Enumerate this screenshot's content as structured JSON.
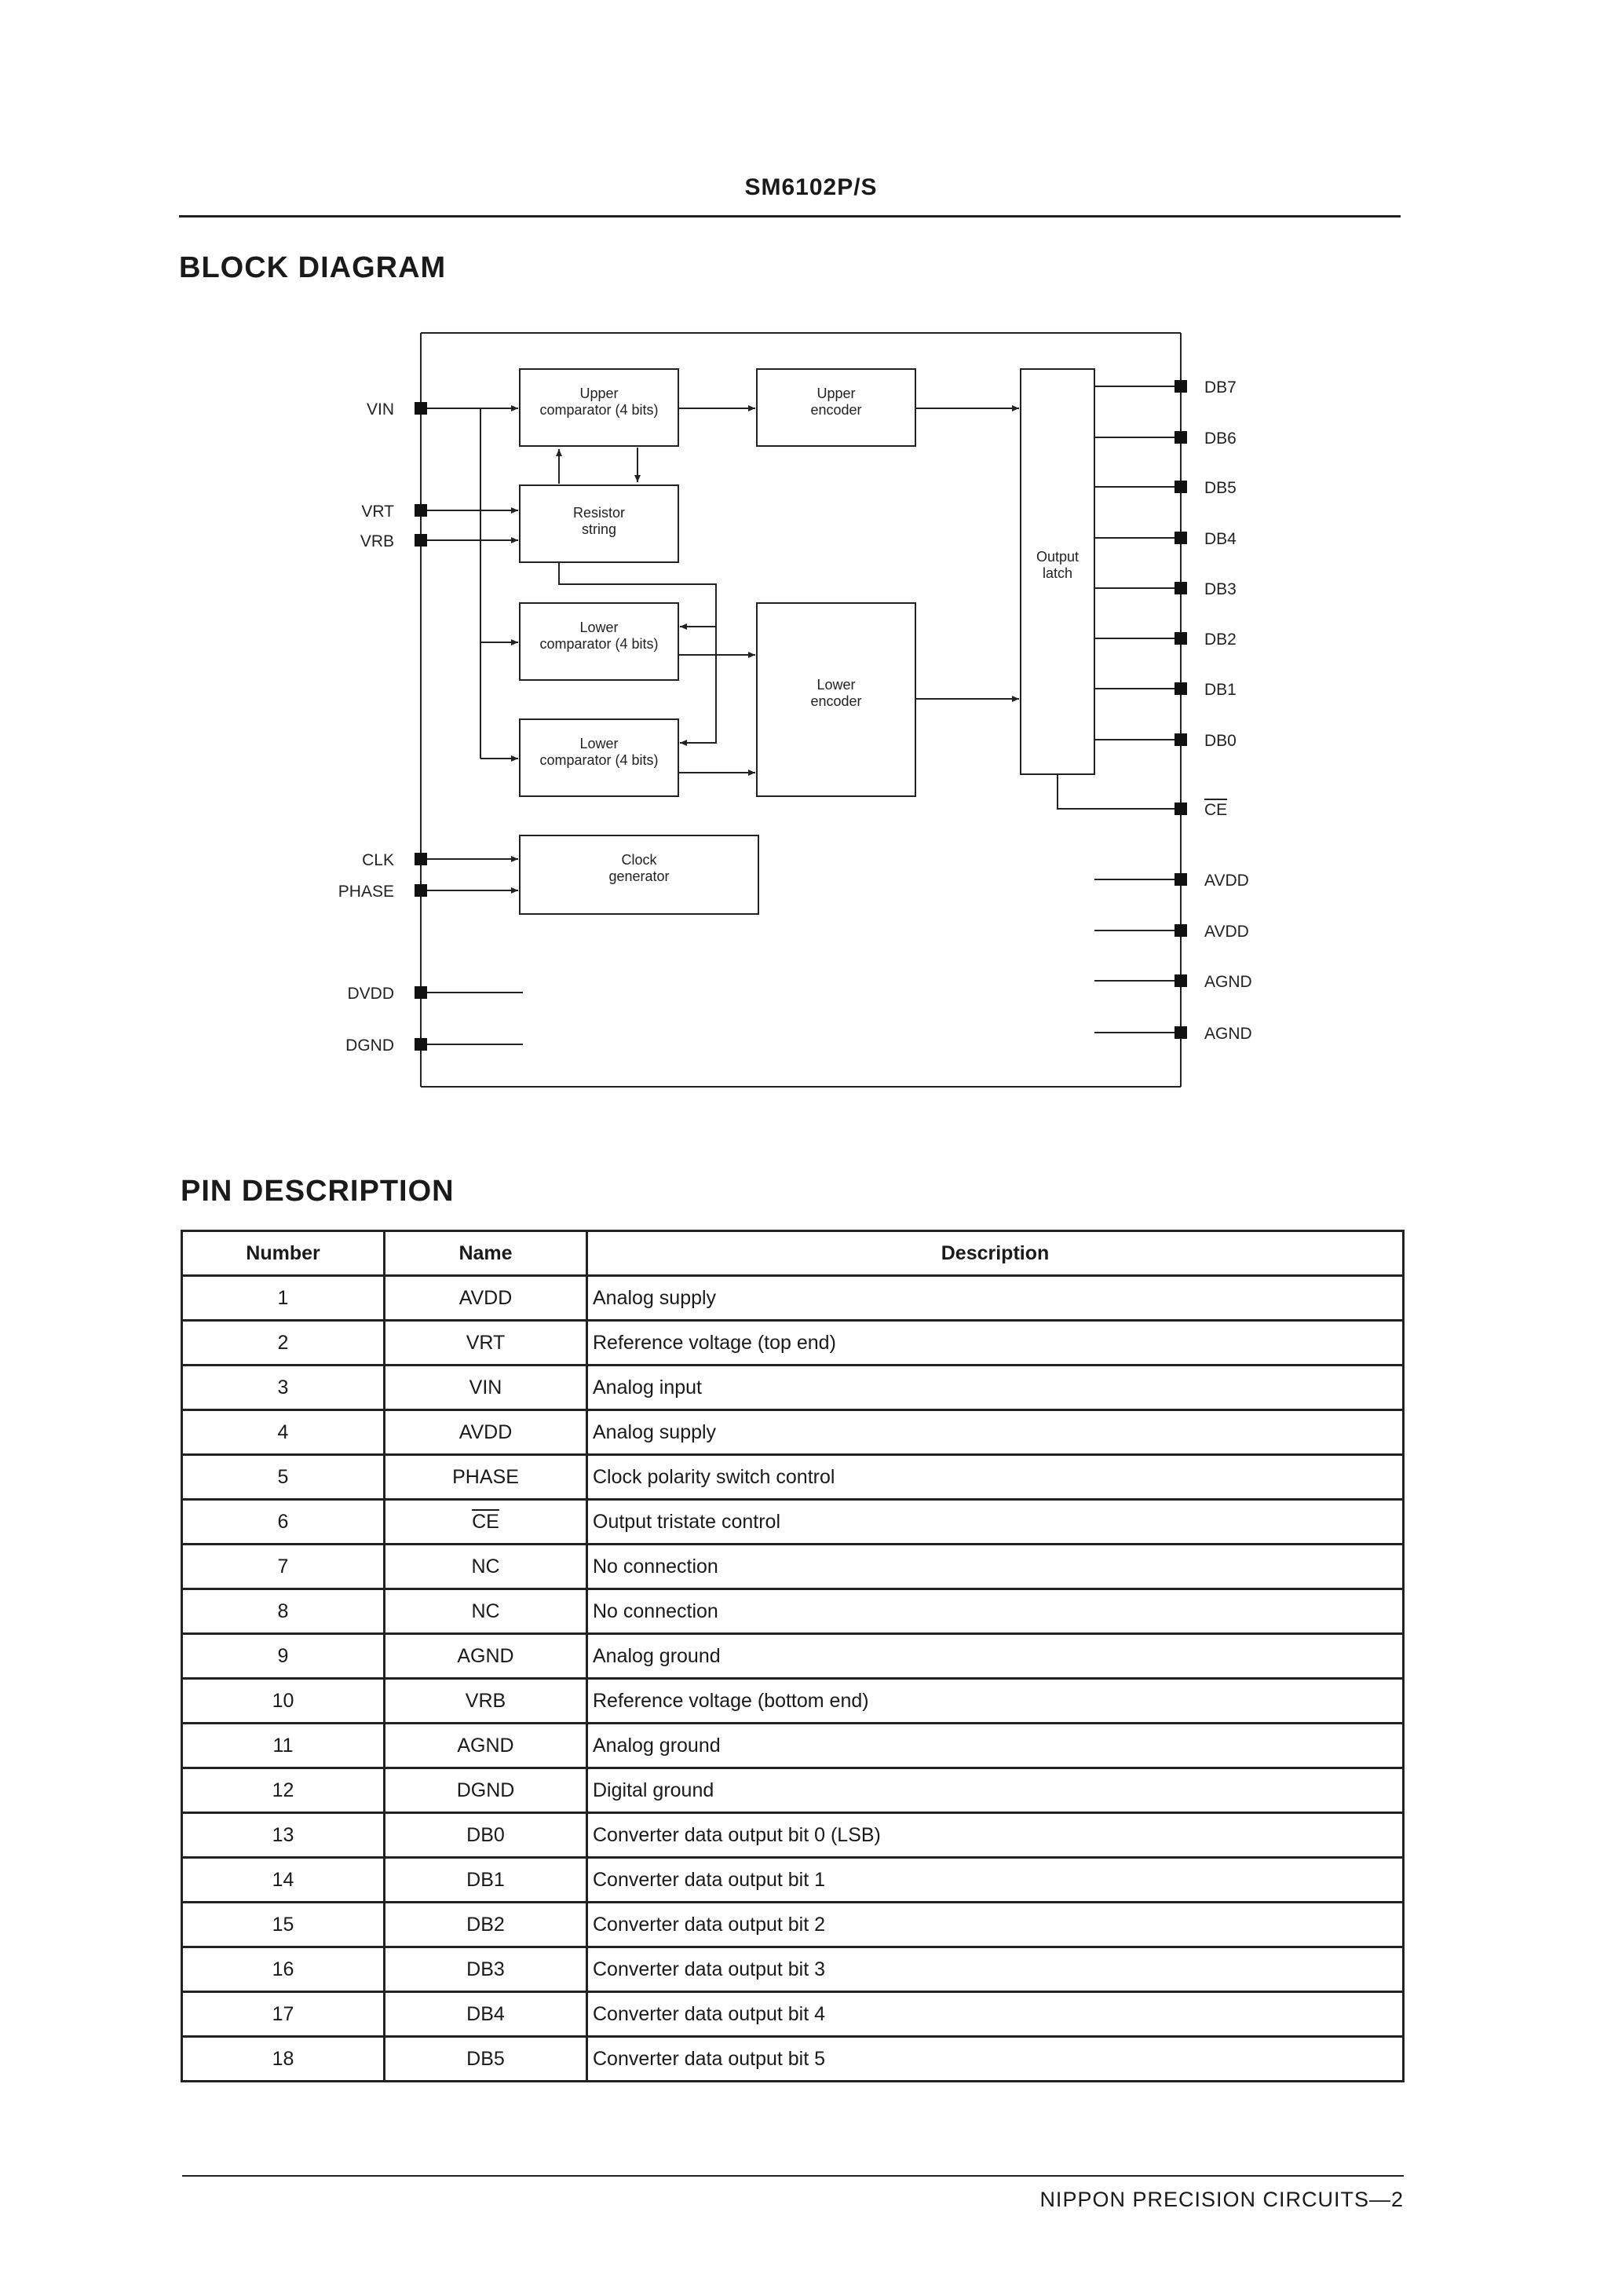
{
  "header": {
    "title": "SM6102P/S"
  },
  "block_diagram": {
    "title": "BLOCK DIAGRAM",
    "blocks": {
      "upper_comparator": [
        "Upper",
        "comparator (4 bits)"
      ],
      "upper_encoder": [
        "Upper",
        "encoder"
      ],
      "resistor_string": [
        "Resistor",
        "string"
      ],
      "lower_comparator_1": [
        "Lower",
        "comparator (4 bits)"
      ],
      "lower_comparator_2": [
        "Lower",
        "comparator (4 bits)"
      ],
      "lower_encoder": [
        "Lower",
        "encoder"
      ],
      "output_latch": [
        "Output",
        "latch"
      ],
      "clock_generator": [
        "Clock",
        "generator"
      ]
    },
    "left_pins": {
      "vin": "VIN",
      "vrt": "VRT",
      "vrb": "VRB",
      "clk": "CLK",
      "phase": "PHASE",
      "dvdd": "DVDD",
      "dgnd": "DGND"
    },
    "right_pins": {
      "db7": "DB7",
      "db6": "DB6",
      "db5": "DB5",
      "db4": "DB4",
      "db3": "DB3",
      "db2": "DB2",
      "db1": "DB1",
      "db0": "DB0",
      "ce": "CE",
      "avdd1": "AVDD",
      "avdd2": "AVDD",
      "agnd1": "AGND",
      "agnd2": "AGND"
    }
  },
  "pin_description": {
    "title": "PIN DESCRIPTION",
    "columns": {
      "number": "Number",
      "name": "Name",
      "description": "Description"
    },
    "rows": [
      {
        "number": "1",
        "name": "AVDD",
        "description": "Analog supply"
      },
      {
        "number": "2",
        "name": "VRT",
        "description": "Reference voltage (top end)"
      },
      {
        "number": "3",
        "name": "VIN",
        "description": "Analog input"
      },
      {
        "number": "4",
        "name": "AVDD",
        "description": "Analog supply"
      },
      {
        "number": "5",
        "name": "PHASE",
        "description": "Clock polarity switch control"
      },
      {
        "number": "6",
        "name": "CE",
        "description": "Output tristate control",
        "overline": true
      },
      {
        "number": "7",
        "name": "NC",
        "description": "No connection"
      },
      {
        "number": "8",
        "name": "NC",
        "description": "No connection"
      },
      {
        "number": "9",
        "name": "AGND",
        "description": "Analog ground"
      },
      {
        "number": "10",
        "name": "VRB",
        "description": "Reference voltage (bottom end)"
      },
      {
        "number": "11",
        "name": "AGND",
        "description": "Analog ground"
      },
      {
        "number": "12",
        "name": "DGND",
        "description": "Digital ground"
      },
      {
        "number": "13",
        "name": "DB0",
        "description": "Converter data output bit 0 (LSB)"
      },
      {
        "number": "14",
        "name": "DB1",
        "description": "Converter data output bit 1"
      },
      {
        "number": "15",
        "name": "DB2",
        "description": "Converter data output bit 2"
      },
      {
        "number": "16",
        "name": "DB3",
        "description": "Converter data output bit 3"
      },
      {
        "number": "17",
        "name": "DB4",
        "description": "Converter data output bit 4"
      },
      {
        "number": "18",
        "name": "DB5",
        "description": "Converter data output bit 5"
      }
    ]
  },
  "footer": {
    "text": "NIPPON PRECISION CIRCUITS—2"
  }
}
